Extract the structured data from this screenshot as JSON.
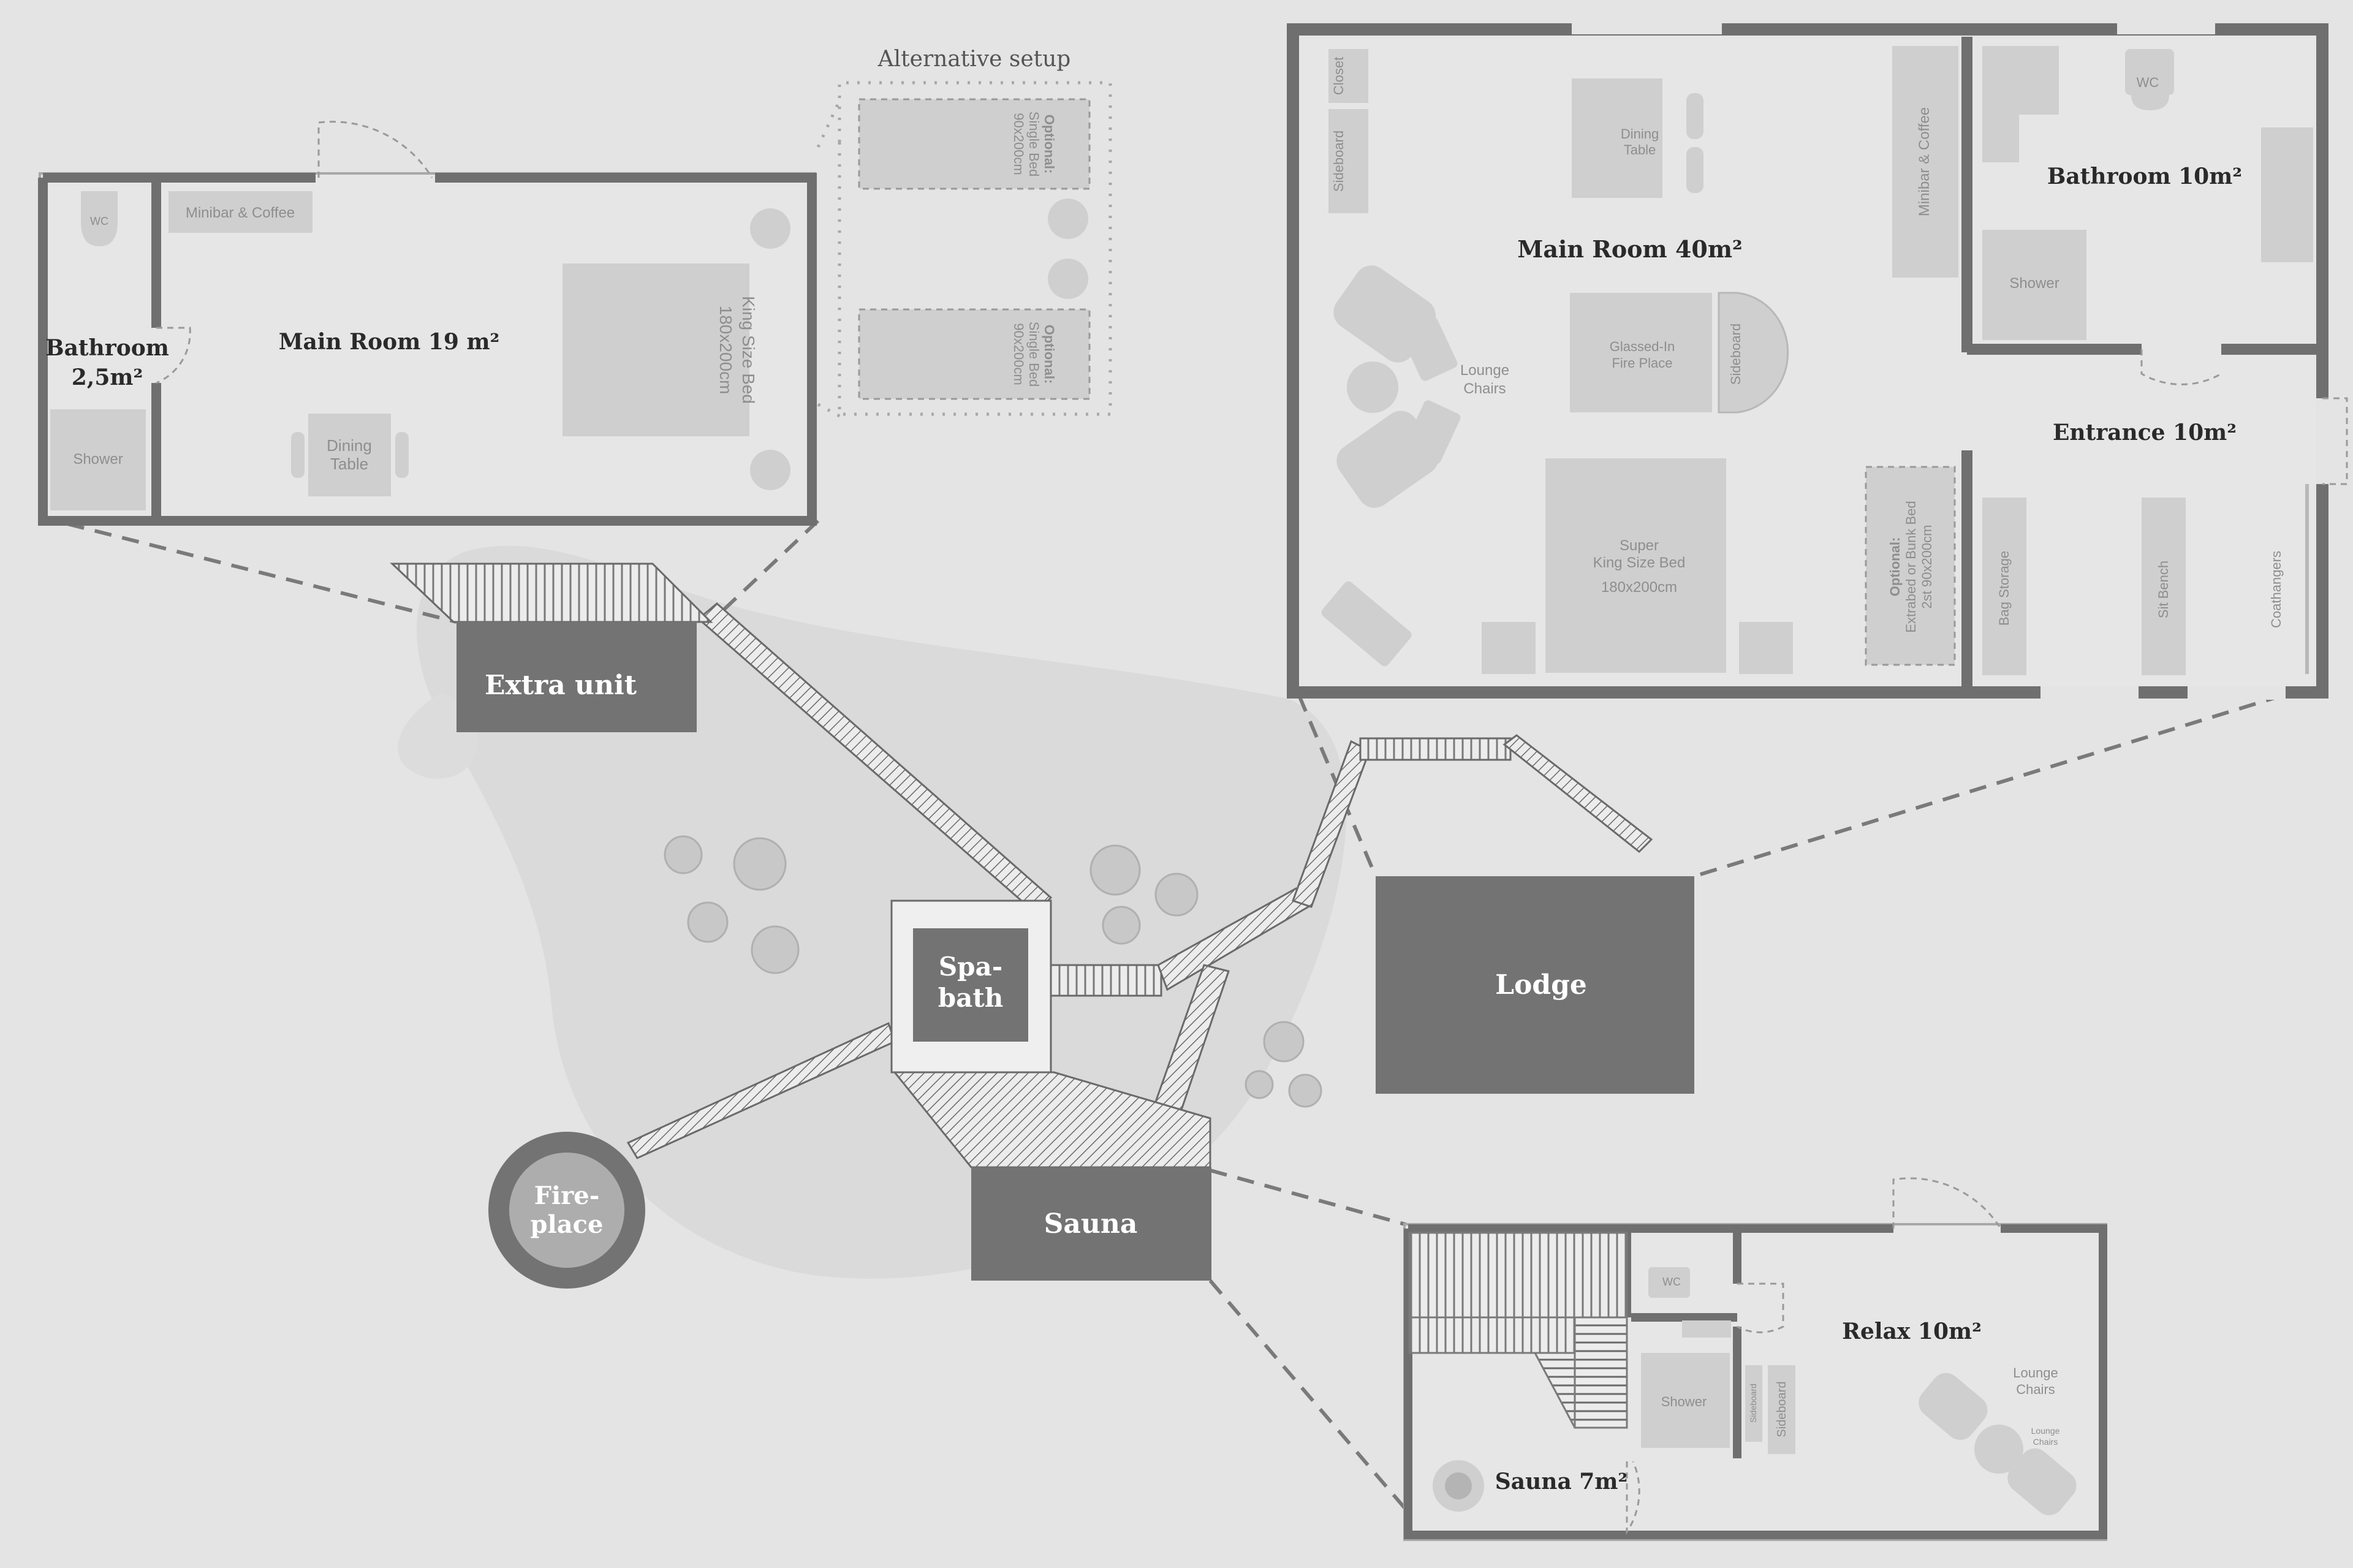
{
  "units": {
    "extra_unit": "Extra unit",
    "spa_bath": [
      "Spa-",
      "bath"
    ],
    "lodge": "Lodge",
    "sauna": "Sauna",
    "fireplace": [
      "Fire-",
      "place"
    ]
  },
  "extra_unit_plan": {
    "bathroom": [
      "Bathroom",
      "2,5m²"
    ],
    "main_room": "Main Room 19 m²",
    "wc": "WC",
    "shower": "Shower",
    "minibar": "Minibar & Coffee",
    "dining_table": [
      "Dining",
      "Table"
    ],
    "bed": [
      "King Size Bed",
      "180x200cm"
    ]
  },
  "alternative_setup": {
    "title": "Alternative setup",
    "bed_label": [
      "Optional:",
      "Single Bed",
      "90x200cm"
    ]
  },
  "lodge_plan": {
    "main_room": "Main Room 40m²",
    "bathroom": "Bathroom 10m²",
    "entrance": "Entrance 10m²",
    "closet": "Closet",
    "sideboard": "Sideboard",
    "dining_table": [
      "Dining",
      "Table"
    ],
    "minibar": "Minibar & Coffee",
    "wc": "WC",
    "shower": "Shower",
    "lounge_chairs": [
      "Lounge",
      "Chairs"
    ],
    "fireplace": [
      "Glassed-In",
      "Fire Place"
    ],
    "sideboard_2": "Sideboard",
    "bed": [
      "Super",
      "King Size Bed",
      "180x200cm"
    ],
    "extra_bed": [
      "Optional:",
      "Extrabed or Bunk Bed",
      "2st 90x200cm"
    ],
    "bag_storage": "Bag Storage",
    "sit_bench": "Sit Bench",
    "coathangers": "Coathangers"
  },
  "sauna_plan": {
    "relax": "Relax 10m²",
    "sauna": "Sauna 7m²",
    "wc": "WC",
    "shower": "Shower",
    "sideboard": "Sideboard",
    "sideboard_small": "Sideboard",
    "lounge_chairs": [
      "Lounge",
      "Chairs"
    ],
    "lounge_chairs_small": [
      "Lounge",
      "Chairs"
    ]
  },
  "colors": {
    "background": "#e4e4e4",
    "unit_fill": "#737373",
    "wall": "#6f6f6f",
    "furniture": "#cfcfcf",
    "boardwalk": "#e8e8e8",
    "ground_patch": "#dadada"
  }
}
